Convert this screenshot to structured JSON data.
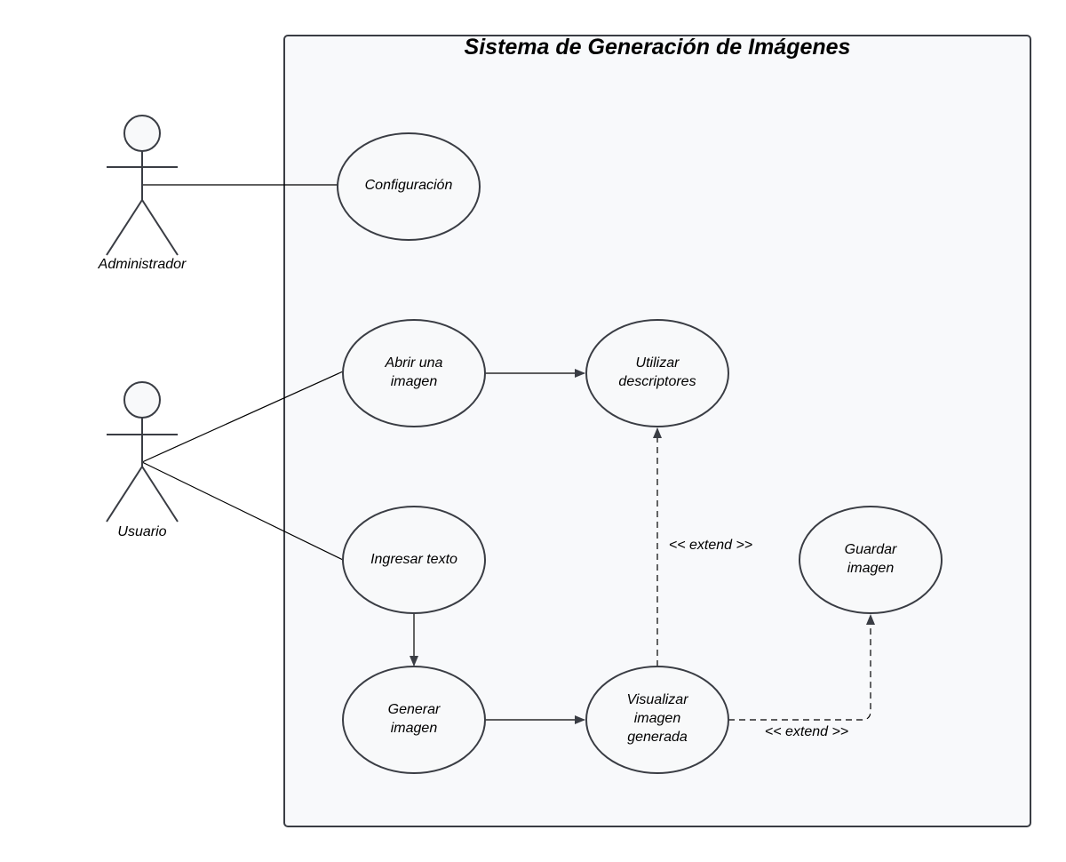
{
  "system": {
    "title": "Sistema de Generación de Imágenes"
  },
  "actors": {
    "admin": "Administrador",
    "user": "Usuario"
  },
  "use_cases": {
    "configuracion": [
      "Configuración"
    ],
    "abrir": [
      "Abrir una",
      "imagen"
    ],
    "utilizar": [
      "Utilizar",
      "descriptores"
    ],
    "ingresar": [
      "Ingresar texto"
    ],
    "guardar": [
      "Guardar",
      "imagen"
    ],
    "generar": [
      "Generar",
      "imagen"
    ],
    "visualizar": [
      "Visualizar",
      "imagen",
      "generada"
    ]
  },
  "relations": {
    "extend_1": "<< extend >>",
    "extend_2": "<< extend >>"
  },
  "colors": {
    "stroke": "#3a3d44",
    "fill": "#f8f9fa",
    "system_fill": "#f8f9fb"
  }
}
